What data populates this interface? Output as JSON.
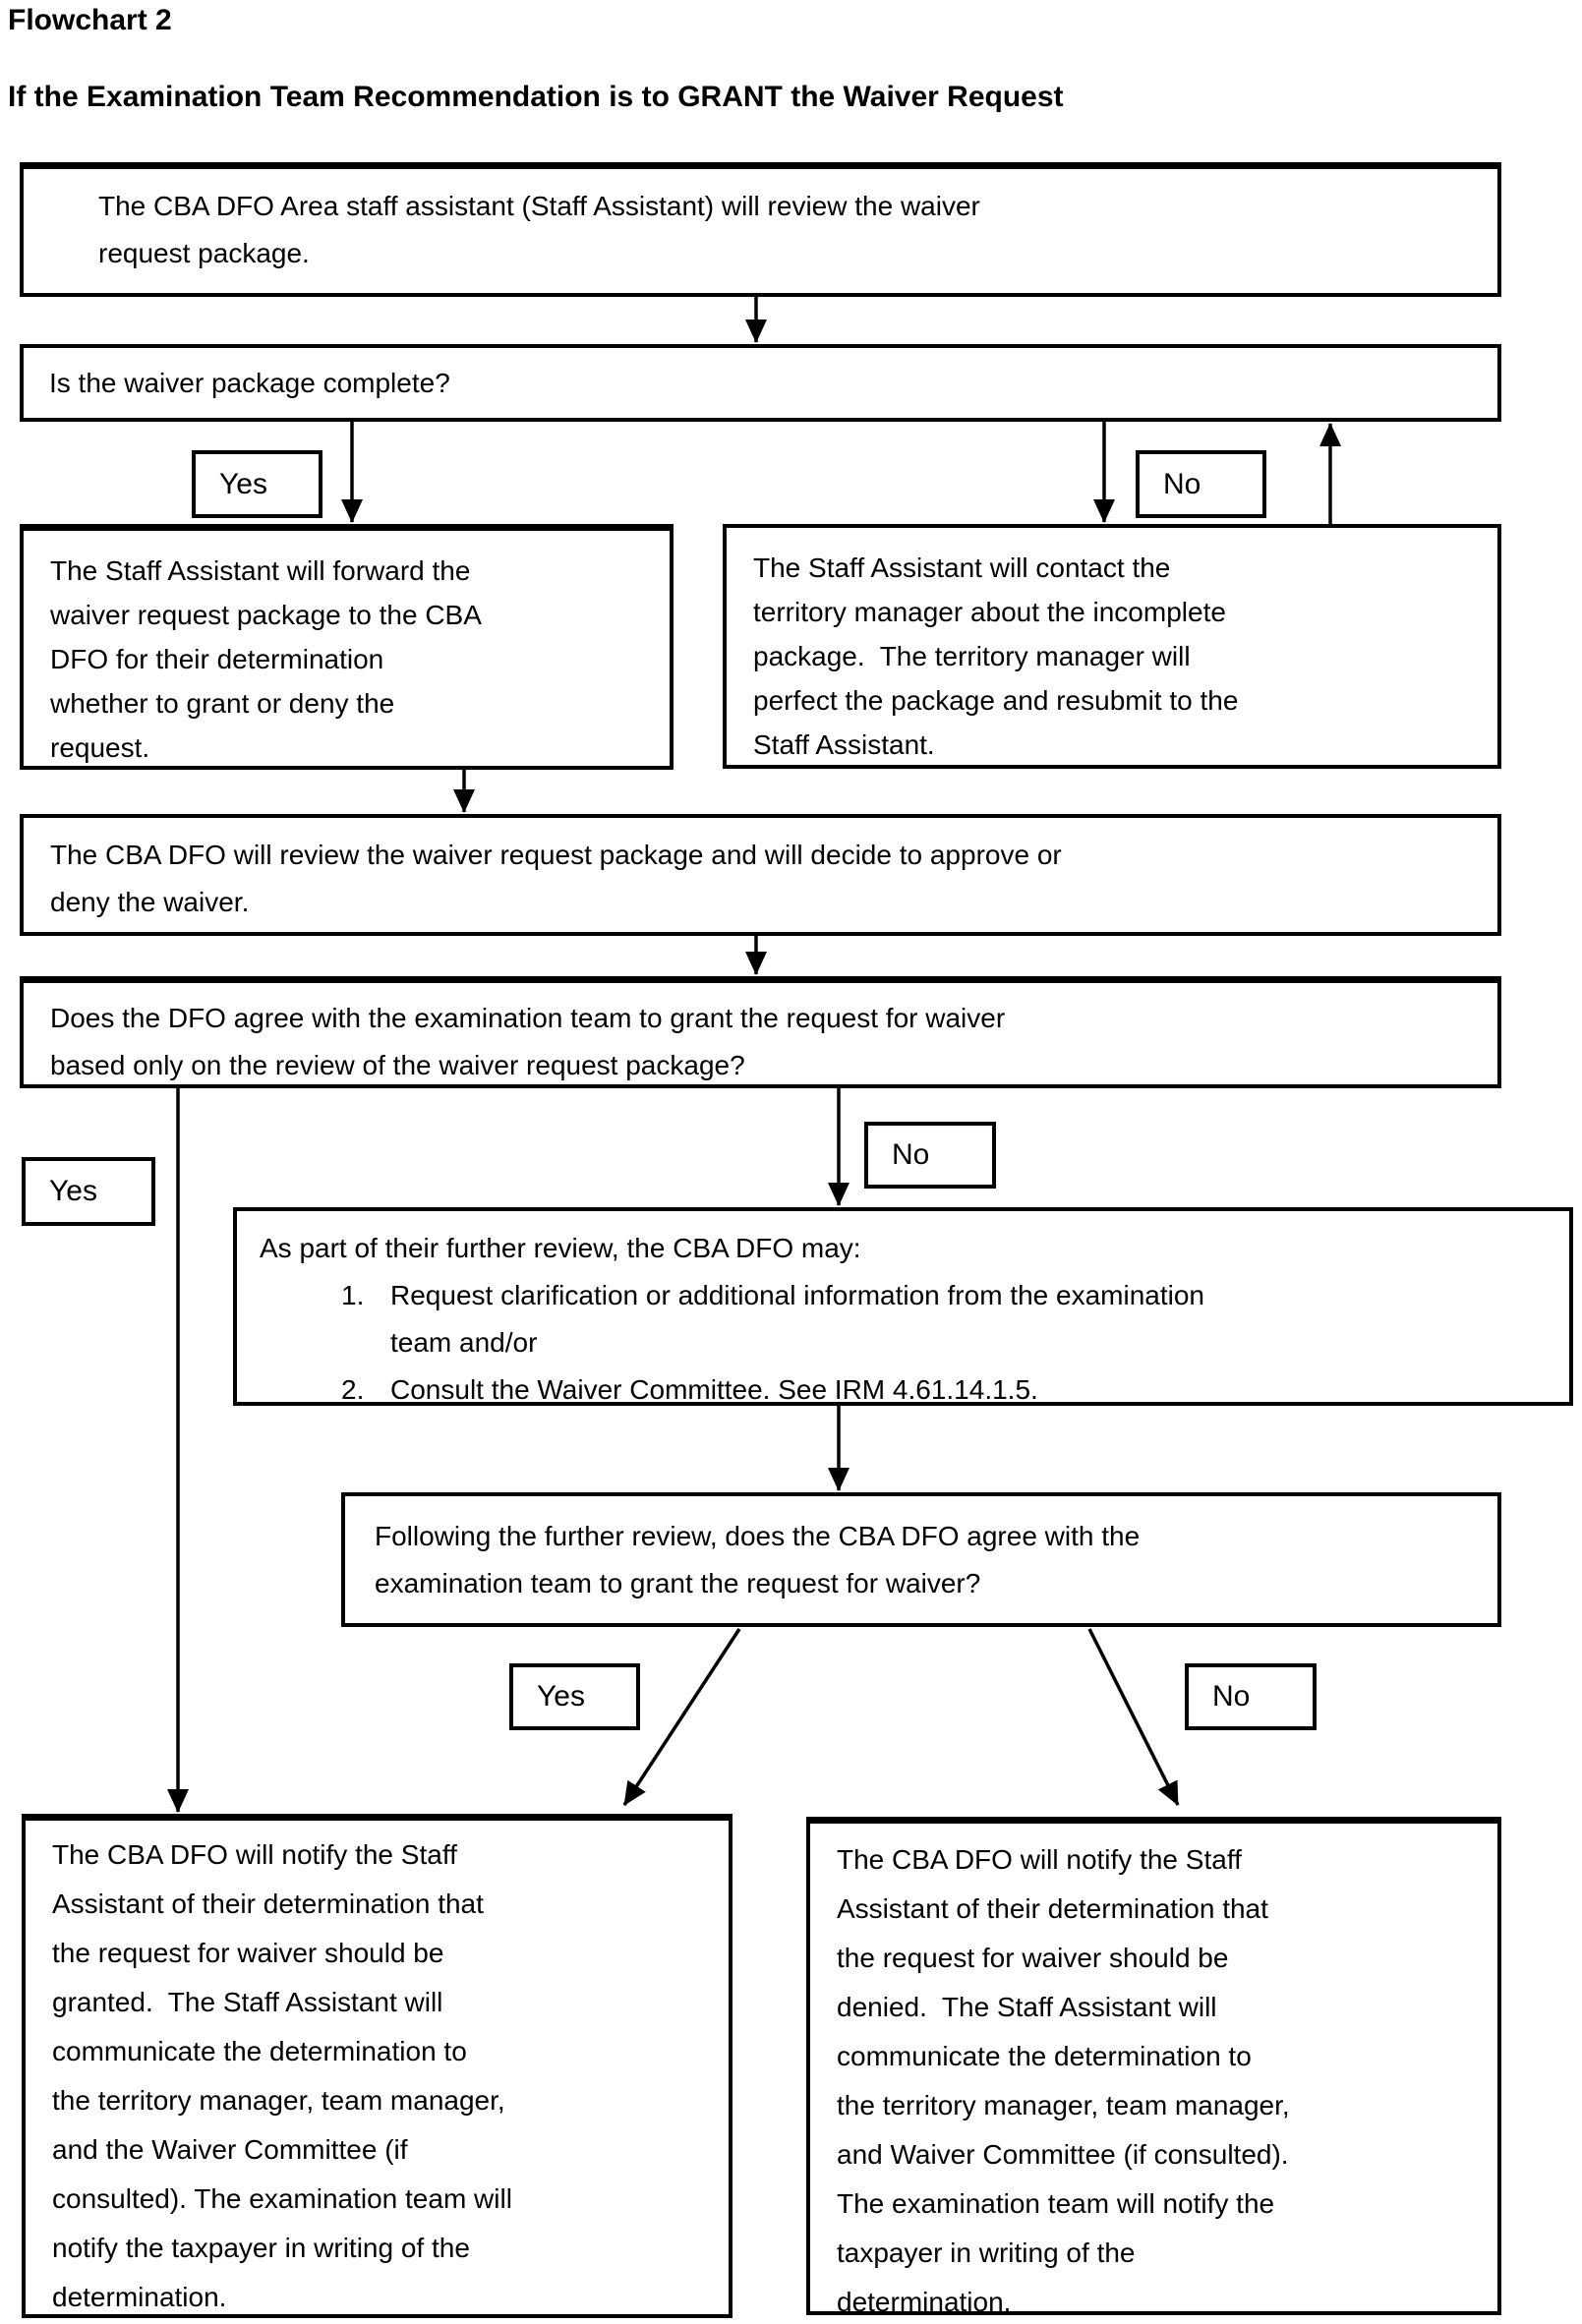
{
  "page_title": "Flowchart 2",
  "heading": "If the Examination Team Recommendation is to GRANT the Waiver Request",
  "labels": {
    "yes": "Yes",
    "no": "No"
  },
  "nodes": {
    "staff_review": {
      "lines": [
        "The CBA DFO Area staff assistant (Staff Assistant) will review the waiver",
        "request package."
      ]
    },
    "package_complete": {
      "text": "Is the waiver package complete?"
    },
    "forward_package": {
      "lines": [
        "The Staff Assistant will forward the",
        "waiver request package to the CBA",
        "DFO for their determination",
        "whether to grant or deny the",
        "request."
      ]
    },
    "contact_manager": {
      "lines": [
        "The Staff Assistant will contact the",
        "territory manager about the incomplete",
        "package.  The territory manager will",
        "perfect the package and resubmit to the",
        "Staff Assistant."
      ]
    },
    "dfo_review": {
      "lines": [
        "The CBA DFO will review the waiver request package and will decide to approve or",
        "deny the waiver."
      ]
    },
    "dfo_agree": {
      "lines": [
        "Does the DFO agree with the examination team to grant the request for waiver",
        "based only on the review of the waiver request package?"
      ]
    },
    "further_review": {
      "intro": "As part of their further review, the CBA DFO may:",
      "items": [
        {
          "num": "1.",
          "lines": [
            "Request clarification or additional information from the examination",
            "team and/or"
          ]
        },
        {
          "num": "2.",
          "lines": [
            "Consult the Waiver Committee. See IRM 4.61.14.1.5."
          ]
        }
      ]
    },
    "following_review": {
      "lines": [
        "Following the further review, does the CBA DFO agree with the",
        "examination team to grant the request for waiver?"
      ]
    },
    "notify_granted": {
      "lines": [
        "The CBA DFO will notify the Staff",
        "Assistant of their determination that",
        "the request for waiver should be",
        "granted.  The Staff Assistant will",
        "communicate the determination to",
        "the territory manager, team manager,",
        "and the Waiver Committee (if",
        "consulted). The examination team will",
        "notify the taxpayer in writing of the",
        "determination."
      ]
    },
    "notify_denied": {
      "lines": [
        "The CBA DFO will notify the Staff",
        "Assistant of their determination that",
        "the request for waiver should be",
        "denied.  The Staff Assistant will",
        "communicate the determination to",
        "the territory manager, team manager,",
        "and Waiver Committee (if consulted).",
        "The examination team will notify the",
        "taxpayer in writing of the",
        "determination."
      ]
    }
  }
}
